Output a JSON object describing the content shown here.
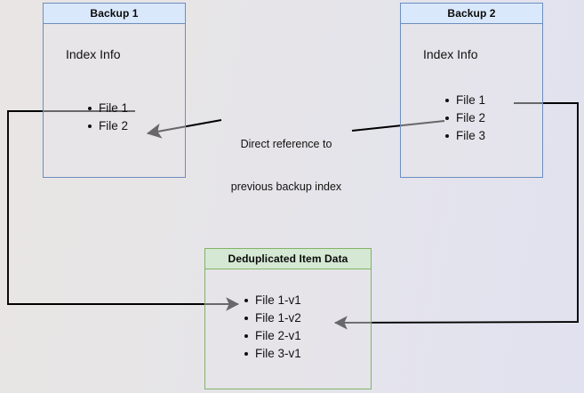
{
  "diagram": {
    "title": "Backup deduplication reference diagram",
    "colors": {
      "blue_fill": "#dae8fc",
      "blue_stroke": "#6c8ebf",
      "green_fill": "#d5e8d4",
      "green_stroke": "#82b366",
      "body_fill": "#e6e4e8",
      "line": "#000000",
      "text": "#111111"
    },
    "nodes": {
      "backup1": {
        "title": "Backup 1",
        "section_label": "Index Info",
        "files": [
          "File 1",
          "File 2"
        ]
      },
      "backup2": {
        "title": "Backup 2",
        "section_label": "Index Info",
        "files": [
          "File 1",
          "File 2",
          "File 3"
        ]
      },
      "dedup": {
        "title": "Deduplicated Item Data",
        "files": [
          "File 1-v1",
          "File 1-v2",
          "File 2-v1",
          "File 3-v1"
        ]
      }
    },
    "edges": {
      "center_label_line1": "Direct reference to",
      "center_label_line2": "previous backup index"
    }
  }
}
